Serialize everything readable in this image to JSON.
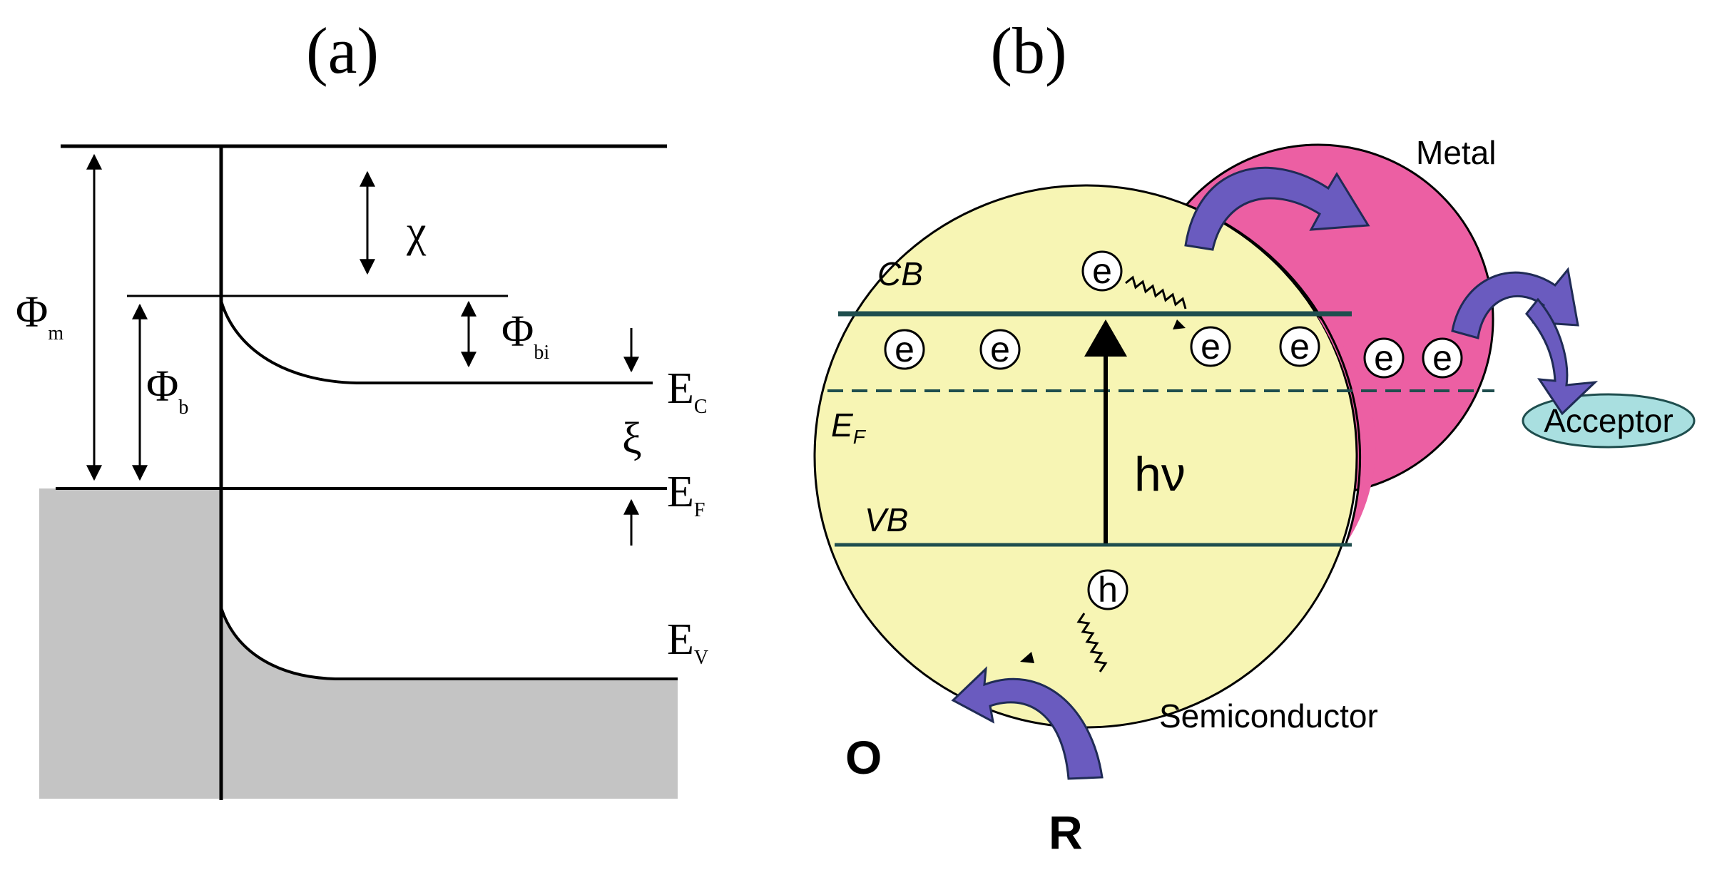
{
  "panel_a": {
    "label": "(a)",
    "phi_m": {
      "main": "Φ",
      "sub": "m"
    },
    "phi_b": {
      "main": "Φ",
      "sub": "b"
    },
    "phi_bi": {
      "main": "Φ",
      "sub": "bi"
    },
    "chi": "χ",
    "xi": "ξ",
    "e_c": {
      "main": "E",
      "sub": "C"
    },
    "e_f": {
      "main": "E",
      "sub": "F"
    },
    "e_v": {
      "main": "E",
      "sub": "V"
    }
  },
  "panel_b": {
    "label": "(b)",
    "metal": "Metal",
    "semiconductor": "Semiconductor",
    "acceptor": "Acceptor",
    "cb": "CB",
    "vb": "VB",
    "ef": {
      "main": "E",
      "sub": "F"
    },
    "hv": "hν",
    "electron": "e",
    "hole": "h",
    "oxidized": "O",
    "reduced": "R"
  },
  "colors": {
    "semiconductor_fill": "#f7f5b4",
    "metal_fill": "#ec5fa3",
    "acceptor_fill": "#a9dfe0",
    "arrow_fill": "#6a5bbf",
    "band_line": "#1f4e4e",
    "metal_shade": "#c4c4c4"
  }
}
